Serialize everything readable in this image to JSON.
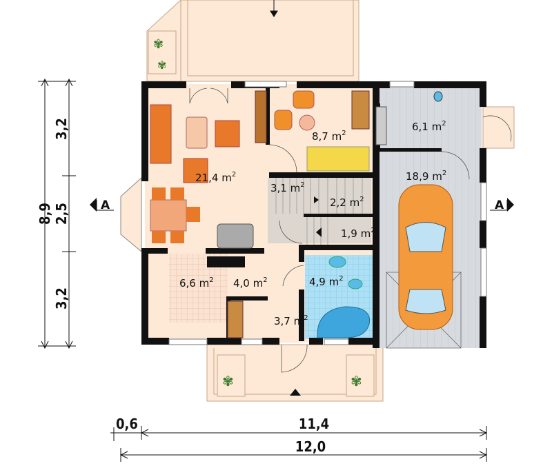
{
  "rooms": [
    {
      "area": "21,4",
      "unit": "m",
      "sup": "2"
    },
    {
      "area": "8,7",
      "unit": "m",
      "sup": "2"
    },
    {
      "area": "6,1",
      "unit": "m",
      "sup": "2"
    },
    {
      "area": "18,9",
      "unit": "m",
      "sup": "2"
    },
    {
      "area": "3,1",
      "unit": "m",
      "sup": "2"
    },
    {
      "area": "2,2",
      "unit": "m",
      "sup": "2"
    },
    {
      "area": "1,9",
      "unit": "m",
      "sup": "2"
    },
    {
      "area": "6,6",
      "unit": "m",
      "sup": "2"
    },
    {
      "area": "4,0",
      "unit": "m",
      "sup": "2"
    },
    {
      "area": "4,9",
      "unit": "m",
      "sup": "2"
    },
    {
      "area": "3,7",
      "unit": "m",
      "sup": "2"
    }
  ],
  "dimensions": {
    "left_total": "8,9",
    "left_segments": [
      "3,2",
      "2,5",
      "3,2"
    ],
    "bottom_offset": "0,6",
    "bottom_inner": "11,4",
    "bottom_total": "12,0"
  },
  "section_markers": [
    "A",
    "A"
  ],
  "colors": {
    "wall": "#111111",
    "floor": "#fde9d6",
    "garage": "#d7dbe0",
    "bath": "#aee0f5",
    "furniture": "#e8782a",
    "bed": "#f4d84a",
    "car": "#f29a3c"
  }
}
